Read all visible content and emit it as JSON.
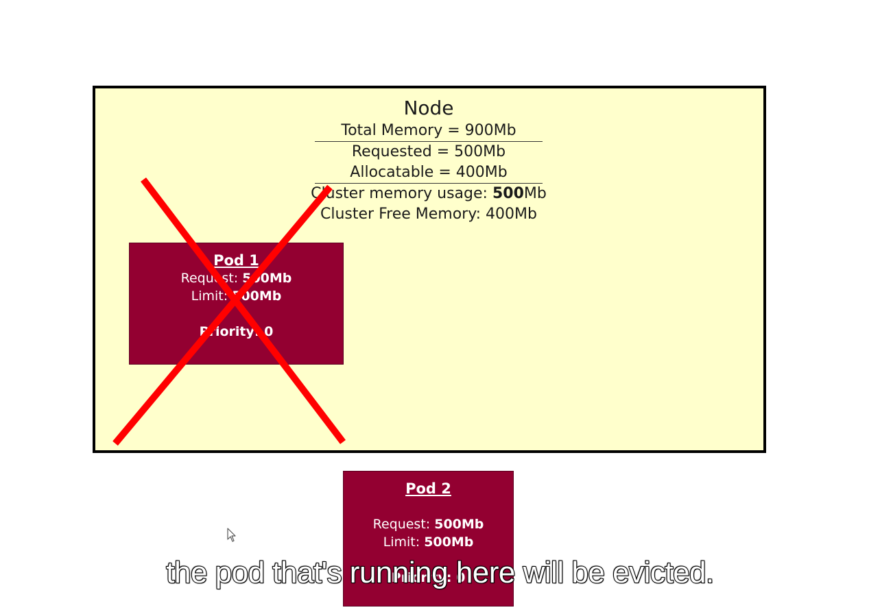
{
  "node": {
    "title": "Node",
    "total_memory": "Total Memory = 900Mb",
    "requested": "Requested = 500Mb",
    "allocatable": "Allocatable = 400Mb",
    "usage_label": "Cluster memory usage: ",
    "usage_value": "500",
    "usage_unit": "Mb",
    "free_memory": "Cluster Free Memory: 400Mb"
  },
  "pod1": {
    "title": "Pod 1",
    "request_label": "Request: ",
    "request_value": "500Mb",
    "limit_label": "Limit: ",
    "limit_value": "500Mb",
    "priority": "Priority: 0"
  },
  "pod2": {
    "title": "Pod 2",
    "request_label": "Request: ",
    "request_value": "500Mb",
    "limit_label": "Limit: ",
    "limit_value": "500Mb",
    "priority": "Priority: 0"
  },
  "subtitle": "the pod that's running here will be evicted.",
  "colors": {
    "node_background": "#ffffcc",
    "pod_background": "#930031",
    "cross": "#ff0000"
  }
}
